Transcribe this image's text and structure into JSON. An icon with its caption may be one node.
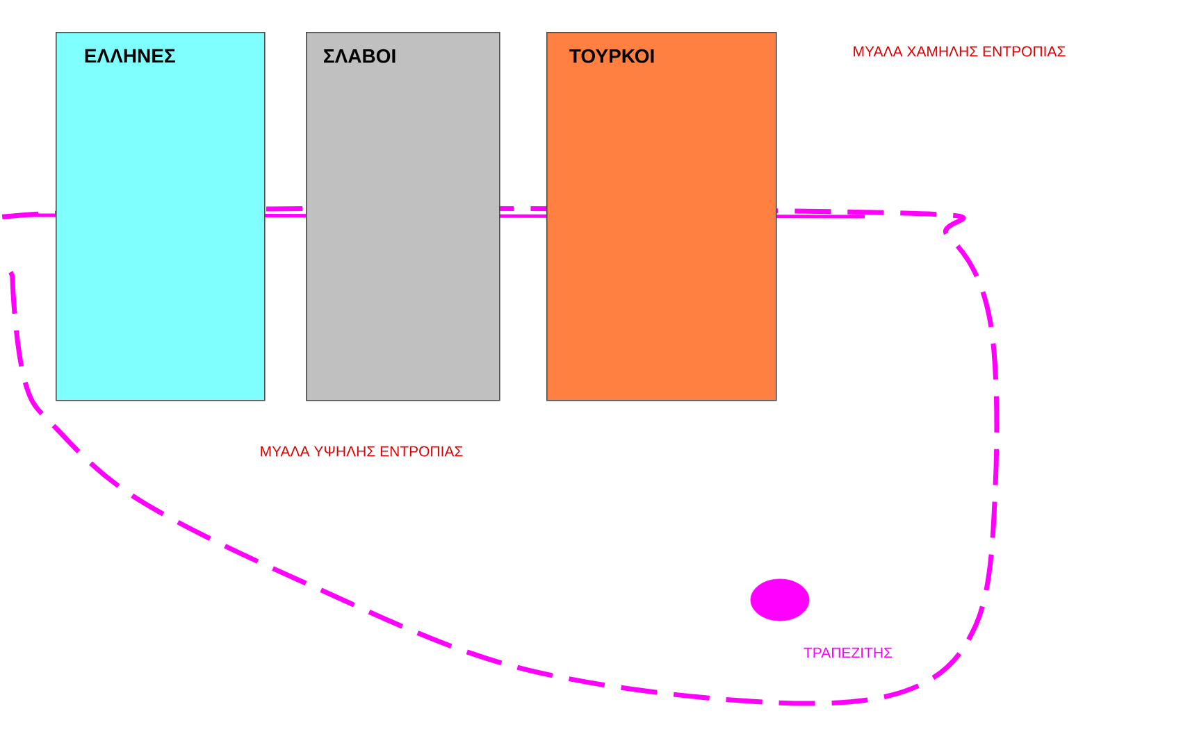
{
  "diagram": {
    "nodes": [
      {
        "text": [
          "ΕΛΛΗΝΕΣ"
        ]
      },
      {
        "text": [
          "ΣΛΑΒΟΙ"
        ]
      },
      {
        "text": [
          "ΤΟΥΡΚΟΙ"
        ]
      },
      {
        "text": [],
        "shape": "circle",
        "beside": [
          "ΤΡΑΠΕΖΙΤΗΣ"
        ]
      }
    ],
    "labels": [
      "ΜΥΑΛΑ ΧΑΜΗΛΗΣ ΕΝΤΡΟΠΙΑΣ",
      "ΜΥΑΛΑ ΥΨΗΛΗΣ ΕΝΤΡΟΠΙΑΣ"
    ]
  }
}
